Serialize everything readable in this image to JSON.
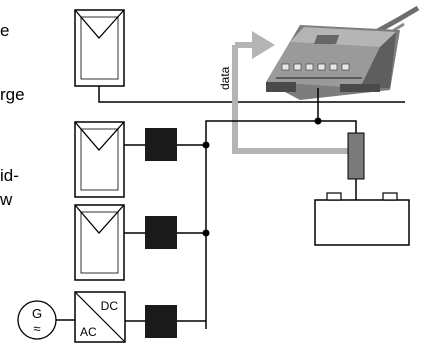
{
  "colors": {
    "line": "#000000",
    "data_arrow": "#b4b4b4",
    "block": "#1a1a1a",
    "shunt": "#7a7a7a",
    "controller_body": "#8c8c8c",
    "controller_top": "#b0b0b0",
    "background": "#ffffff"
  },
  "left_text_fragments": [
    "e",
    "rge",
    "id-",
    "w"
  ],
  "labels": {
    "data": "data",
    "dc": "DC",
    "ac": "AC",
    "generator": "G",
    "generator_wave": "≈"
  },
  "icons": {
    "pv_module": "pv-module-icon",
    "charge_controller": "charge-controller-icon",
    "battery": "battery-icon",
    "generator": "generator-icon",
    "inverter": "dc-ac-converter-icon",
    "shunt": "shunt-sensor-icon",
    "block": "string-controller-block-icon"
  }
}
